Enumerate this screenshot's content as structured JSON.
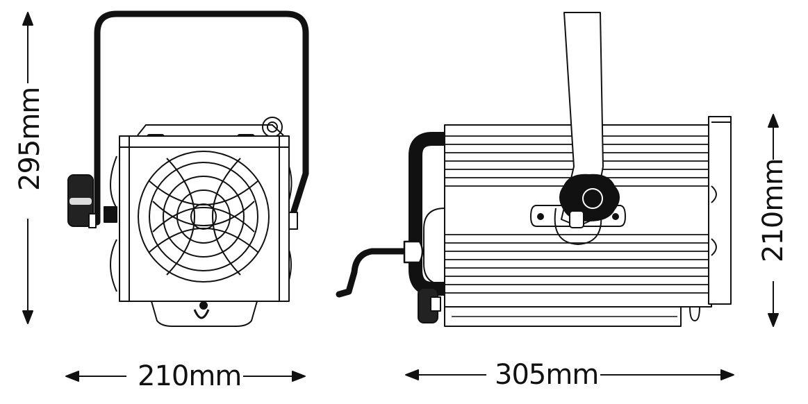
{
  "dimensions": {
    "front_height": "295mm",
    "front_width": "210mm",
    "side_length": "305mm",
    "side_height": "210mm"
  },
  "colors": {
    "ink": "#111111",
    "fill": "#ffffff"
  }
}
